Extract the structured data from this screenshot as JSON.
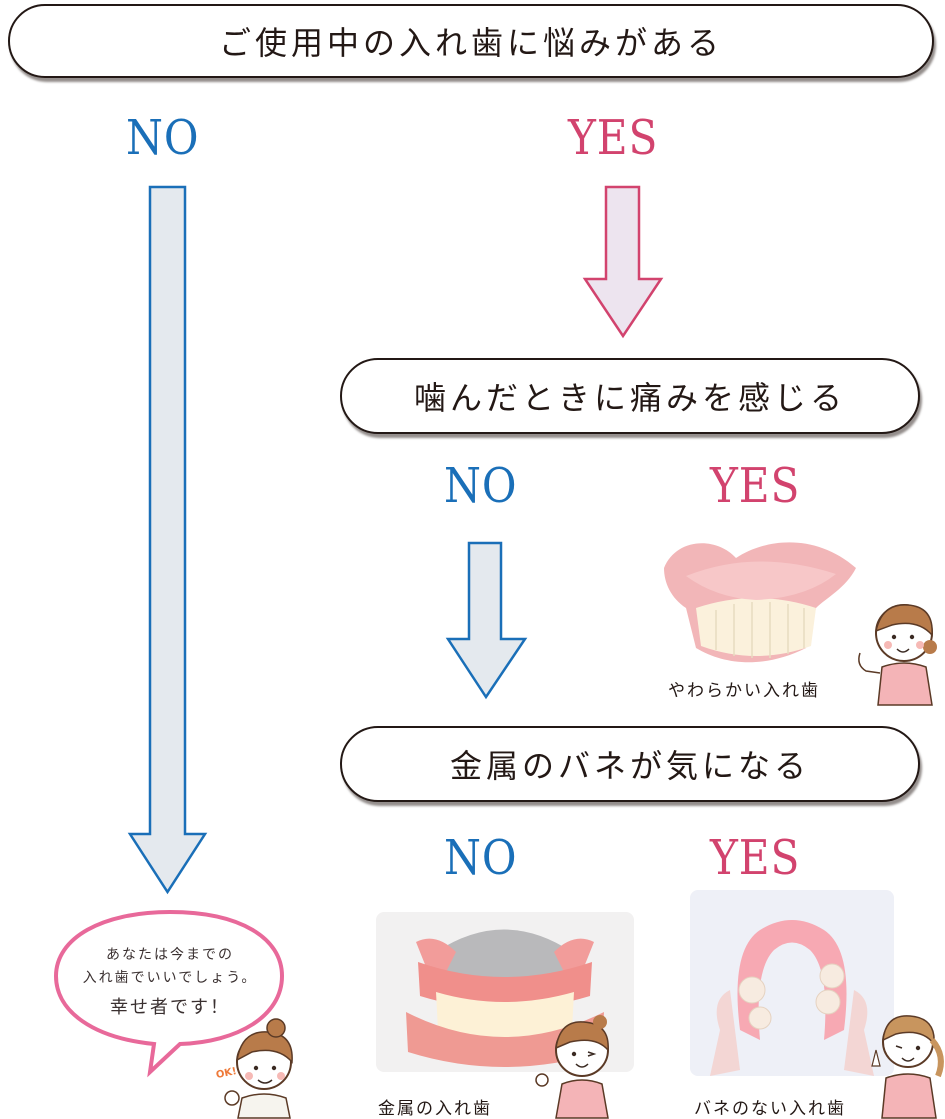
{
  "colors": {
    "no": "#1a6fb8",
    "yes": "#d2436e",
    "no_fill": "#e4e9ee",
    "yes_fill": "#ede4ef",
    "bubble": "#e8699a",
    "border": "#231815"
  },
  "question1": {
    "label": "ご使用中の入れ歯に悩みがある"
  },
  "question1_answers": {
    "no": "NO",
    "yes": "YES"
  },
  "question2": {
    "label": "噛んだときに痛みを感じる"
  },
  "question2_answers": {
    "no": "NO",
    "yes": "YES"
  },
  "question3": {
    "label": "金属のバネが気になる"
  },
  "question3_answers": {
    "no": "NO",
    "yes": "YES"
  },
  "results": {
    "soft_denture": {
      "caption": "やわらかい入れ歯",
      "icon": "pink-denture-photo"
    },
    "metal_denture": {
      "caption": "金属の入れ歯",
      "icon": "metal-denture-photo"
    },
    "springless_denture": {
      "caption": "バネのない入れ歯",
      "icon": "springless-denture-photo"
    }
  },
  "speech_bubble": {
    "line1": "あなたは今までの",
    "line2": "入れ歯でいいでしょう。",
    "line3": "幸せ者です！",
    "ok_badge": "OK!"
  }
}
